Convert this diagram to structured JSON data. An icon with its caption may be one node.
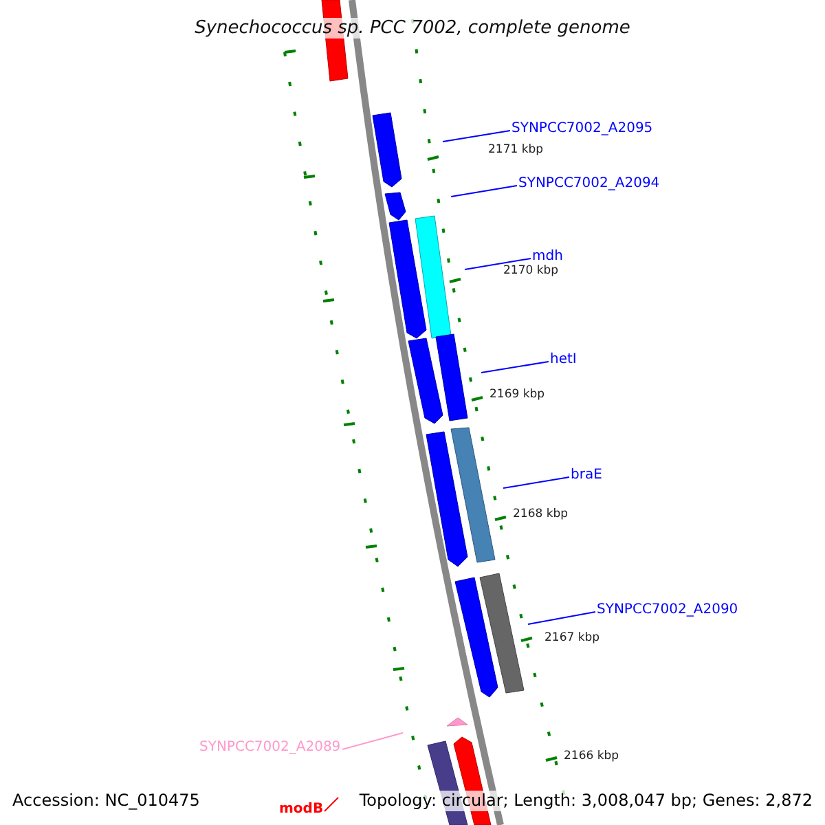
{
  "diagram": {
    "title": "Synechococcus sp. PCC 7002, complete genome",
    "nodes": [
      {
        "text": [
          "SYNPCC7002_A2095"
        ]
      },
      {
        "text": [
          "SYNPCC7002_A2094"
        ]
      },
      {
        "text": [
          "mdh"
        ]
      },
      {
        "text": [
          "hetI"
        ]
      },
      {
        "text": [
          "braE"
        ]
      },
      {
        "text": [
          "SYNPCC7002_A2090"
        ]
      },
      {
        "text": [
          "SYNPCC7002_A2089"
        ]
      },
      {
        "text": [
          "modB"
        ]
      }
    ],
    "edges": [
      {
        "from": 0,
        "to": null,
        "arrow": "none"
      },
      {
        "from": 1,
        "to": null,
        "arrow": "none"
      },
      {
        "from": 2,
        "to": null,
        "arrow": "none"
      },
      {
        "from": 3,
        "to": null,
        "arrow": "none"
      },
      {
        "from": 4,
        "to": null,
        "arrow": "none"
      },
      {
        "from": 5,
        "to": null,
        "arrow": "none"
      },
      {
        "from": 6,
        "to": null,
        "arrow": "none",
        "color": "#ff99cc"
      },
      {
        "from": 7,
        "to": null,
        "arrow": "none",
        "color": "#ff0000"
      }
    ],
    "labels": [
      "2171 kbp",
      "2170 kbp",
      "2169 kbp",
      "2168 kbp",
      "2167 kbp",
      "2166 kbp",
      "Accession: NC_010475",
      "Topology: circular; Length: 3,008,047 bp; Genes: 2,872"
    ]
  }
}
